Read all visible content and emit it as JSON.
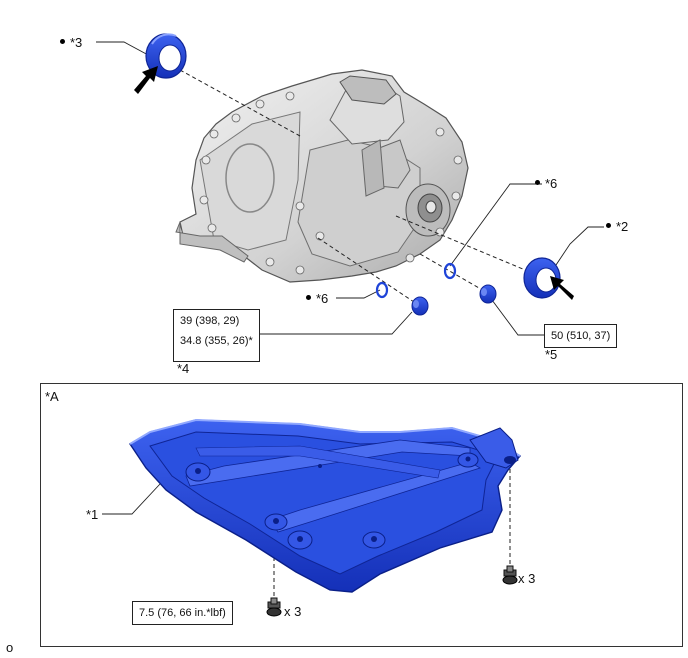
{
  "labels": {
    "l3": "*3",
    "l6a": "*6",
    "l6b": "*6",
    "l2": "*2",
    "l4": "*4",
    "l5": "*5",
    "lA": "*A",
    "l1": "*1",
    "qty_a": "x 3",
    "qty_b": "x 3",
    "corner": "o"
  },
  "torque": {
    "left_line1": "39 (398, 29)",
    "left_line2": "34.8 (355, 26)*",
    "right": "50 (510, 37)",
    "bottom": "7.5 (76, 66 in.*lbf)"
  },
  "colors": {
    "part_blue": "#1f44d8",
    "part_blue_dark": "#0f2596",
    "part_blue_light": "#5b7cf2",
    "metal_light": "#e6e6e6",
    "metal_mid": "#c4c4c4",
    "metal_dark": "#8c8c8c",
    "line": "#222222"
  },
  "icons": {
    "arrow": "black-arrow-icon",
    "bolt": "bolt-icon",
    "seal": "oil-seal-icon",
    "oring": "o-ring-icon",
    "plug": "drain-plug-icon"
  }
}
